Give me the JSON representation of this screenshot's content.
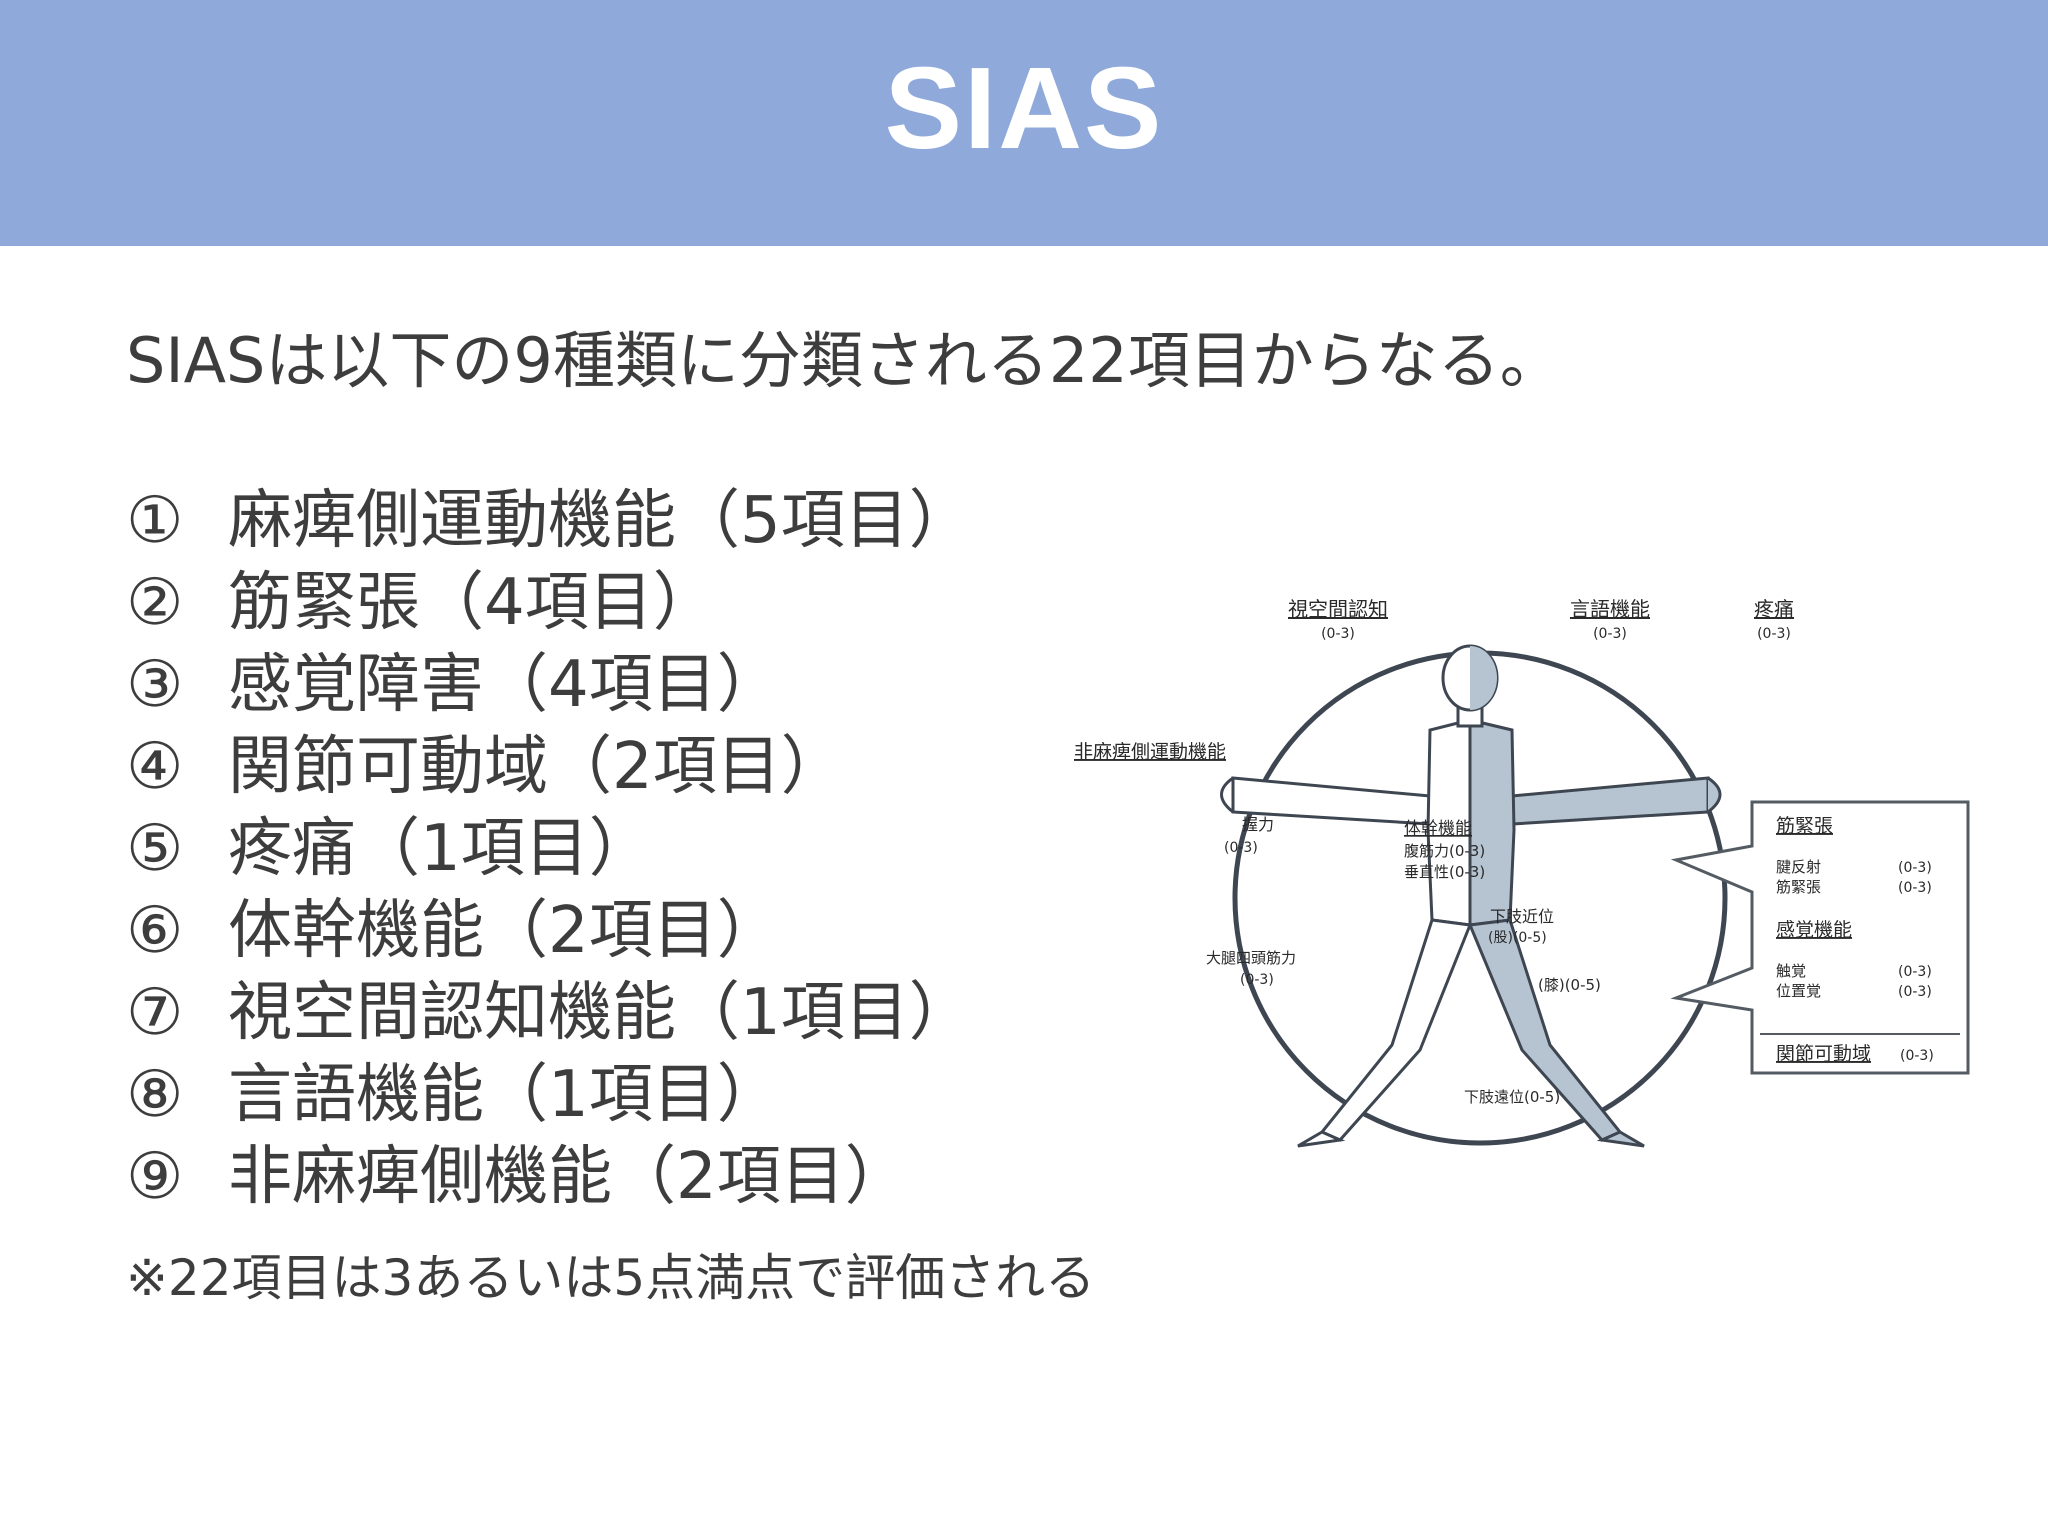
{
  "header": {
    "title": "SIAS"
  },
  "intro": "SIASは以下の9種類に分類される22項目からなる。",
  "items": [
    {
      "num": "①",
      "label": "麻痺側運動機能（5項目）"
    },
    {
      "num": "②",
      "label": "筋緊張（4項目）"
    },
    {
      "num": "③",
      "label": "感覚障害（4項目）"
    },
    {
      "num": "④",
      "label": "関節可動域（2項目）"
    },
    {
      "num": "⑤",
      "label": "疼痛（1項目）"
    },
    {
      "num": "⑥",
      "label": "体幹機能（2項目）"
    },
    {
      "num": "⑦",
      "label": "視空間認知機能（1項目）"
    },
    {
      "num": "⑧",
      "label": "言語機能（1項目）"
    },
    {
      "num": "⑨",
      "label": "非麻痺側機能（2項目）"
    }
  ],
  "note": "※22項目は3あるいは5点満点で評価される",
  "figure": {
    "top_labels": [
      {
        "name": "視空間認知",
        "range": "(0-3)"
      },
      {
        "name": "言語機能",
        "range": "(0-3)"
      },
      {
        "name": "疼痛",
        "range": "(0-3)"
      }
    ],
    "left_label": "非麻痺側運動機能",
    "grip": {
      "name": "握力",
      "range": "(0-3)"
    },
    "quad": {
      "name": "大腿四頭筋力",
      "range": "(0-3)"
    },
    "trunk": {
      "name": "体幹機能",
      "line1": "腹筋力(0-3)",
      "line2": "垂直性(0-3)"
    },
    "lower_prox": {
      "name": "下肢近位",
      "line": "(股)(0-5)"
    },
    "knee": "(膝)(0-5)",
    "lower_dist": "下肢遠位(0-5)",
    "box": {
      "tone_title": "筋緊張",
      "tone_items": [
        {
          "name": "腱反射",
          "range": "(0-3)"
        },
        {
          "name": "筋緊張",
          "range": "(0-3)"
        }
      ],
      "sense_title": "感覚機能",
      "sense_items": [
        {
          "name": "触覚",
          "range": "(0-3)"
        },
        {
          "name": "位置覚",
          "range": "(0-3)"
        }
      ],
      "rom_title": "関節可動域",
      "rom_range": "(0-3)"
    }
  },
  "colors": {
    "header_bg": "#8fa9db",
    "figure_shade": "#b6c4d2"
  }
}
